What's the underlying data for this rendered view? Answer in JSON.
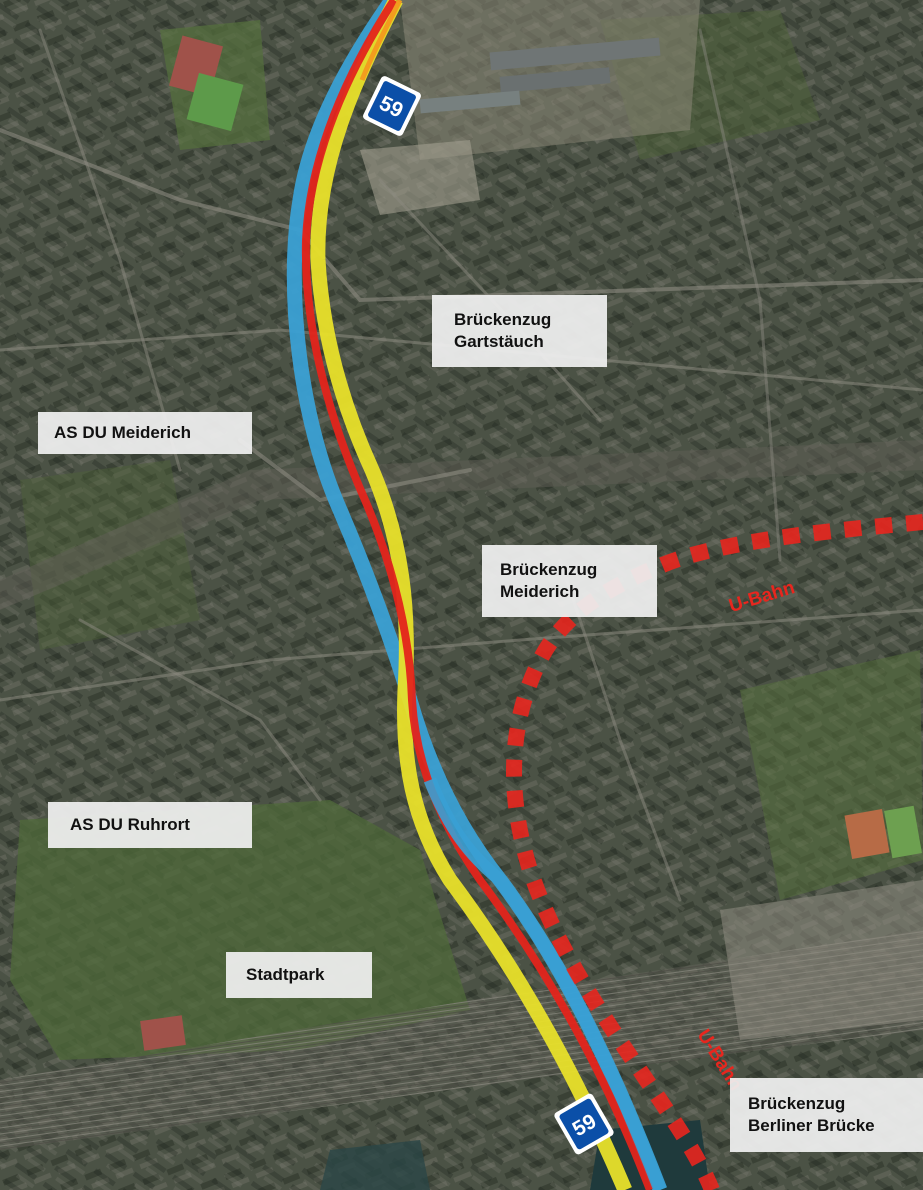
{
  "labels": {
    "gartstauch": [
      "Brückenzug",
      "Gartstäuch"
    ],
    "meiderich_as": "AS DU Meiderich",
    "meiderich_bz": [
      "Brückenzug",
      "Meiderich"
    ],
    "ruhrort": "AS DU Ruhrort",
    "stadtpark": "Stadtpark",
    "berliner": [
      "Brückenzug",
      "Berliner Brücke"
    ]
  },
  "route_shield": "59",
  "ubahn": "U-Bahn",
  "colors": {
    "route_blue": "#3aa0d4",
    "route_yellow": "#e8e02a",
    "route_red": "#e3241b",
    "route_orange": "#f29a1e",
    "ubahn_red": "#e8261e",
    "shield_blue": "#0b4fa8",
    "label_bg": "#eeeeee"
  }
}
